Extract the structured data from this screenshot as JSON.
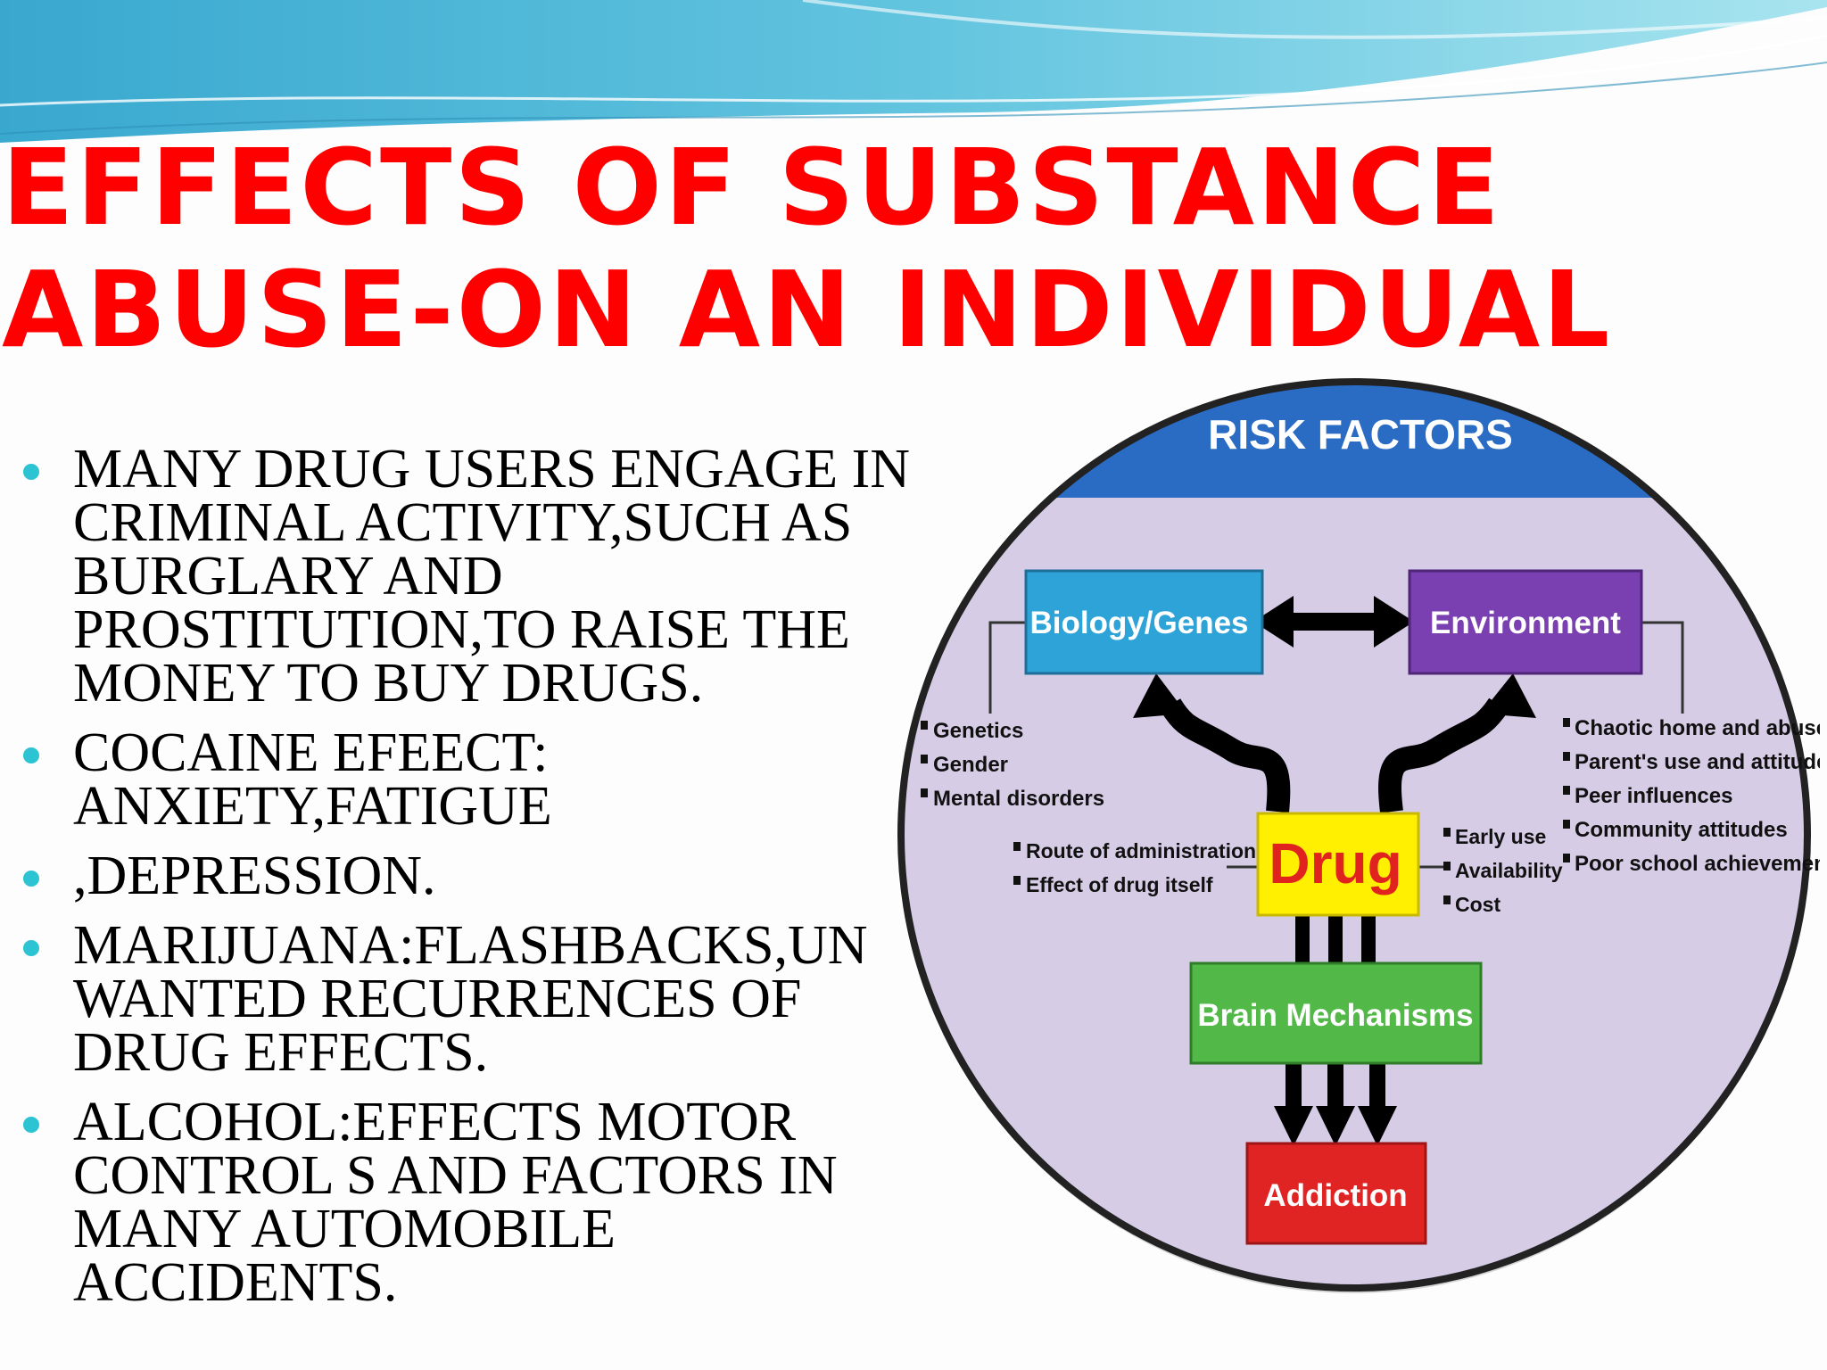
{
  "slide": {
    "title_line1": "EFFECTS OF SUBSTANCE",
    "title_line2": "ABUSE-ON AN INDIVIDUAL",
    "bullets": [
      [
        "MANY DRUG USERS ENGAGE IN",
        "CRIMINAL ACTIVITY,SUCH AS",
        "BURGLARY AND",
        "PROSTITUTION,TO RAISE THE",
        "MONEY TO BUY DRUGS."
      ],
      [
        "COCAINE EFEECT:",
        "ANXIETY,FATIGUE"
      ],
      [
        ",DEPRESSION."
      ],
      [
        "MARIJUANA:FLASHBACKS,UN",
        "WANTED RECURRENCES OF",
        "DRUG EFFECTS."
      ],
      [
        "ALCOHOL:EFFECTS MOTOR",
        "CONTROL S AND FACTORS IN",
        "MANY AUTOMOBILE",
        "ACCIDENTS."
      ]
    ],
    "colors": {
      "title": "#ff0000",
      "bullet_dot": "#2cc3d2"
    }
  },
  "diagram": {
    "header": "RISK FACTORS",
    "boxes": {
      "biology": "Biology/Genes",
      "environment": "Environment",
      "drug": "Drug",
      "brain": "Brain Mechanisms",
      "addiction": "Addiction"
    },
    "biology_factors": [
      "Genetics",
      "Gender",
      "Mental disorders"
    ],
    "environment_factors": [
      "Chaotic home and abuse",
      "Parent's use and attitudes",
      "Peer influences",
      "Community attitudes",
      "Poor school achievement"
    ],
    "drug_left_factors": [
      "Route of administration",
      "Effect of drug itself"
    ],
    "drug_right_factors": [
      "Early use",
      "Availability",
      "Cost"
    ],
    "colors": {
      "header": "#2a6cc4",
      "background": "#d6cce6",
      "biology": "#2ea3d8",
      "environment": "#7a3fb0",
      "drug": "#ffef00",
      "drug_text": "#e0231e",
      "brain": "#52b848",
      "addiction": "#e02323"
    }
  }
}
